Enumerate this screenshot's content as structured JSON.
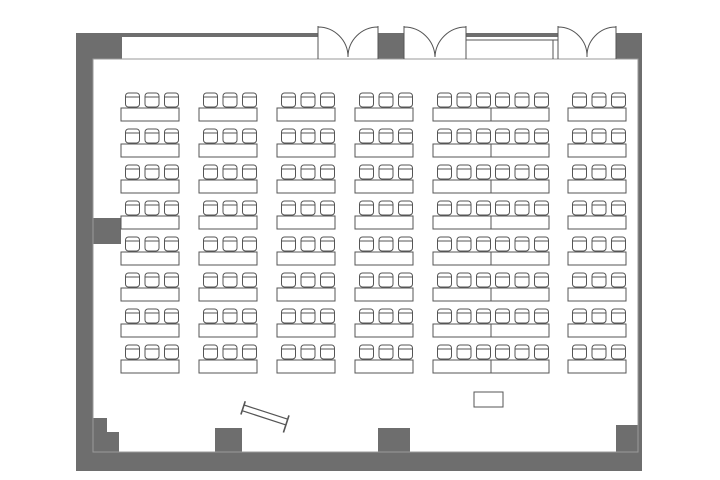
{
  "floor_plan": {
    "layout": "classroom",
    "seating_rows": 8,
    "seat_blocks": [
      {
        "block": 1,
        "tables_per_row": 1,
        "seats_per_table": 3
      },
      {
        "block": 2,
        "tables_per_row": 1,
        "seats_per_table": 3
      },
      {
        "block": 3,
        "tables_per_row": 1,
        "seats_per_table": 3
      },
      {
        "block": 4,
        "tables_per_row": 1,
        "seats_per_table": 3
      },
      {
        "block": 5,
        "tables_per_row": 2,
        "seats_per_table": 3
      },
      {
        "block": 6,
        "tables_per_row": 1,
        "seats_per_table": 3
      }
    ],
    "double_doors": 3,
    "lectern": 1,
    "colors": {
      "wall": "#6e6e6e",
      "outline": "#555555",
      "background": "#ffffff"
    }
  }
}
